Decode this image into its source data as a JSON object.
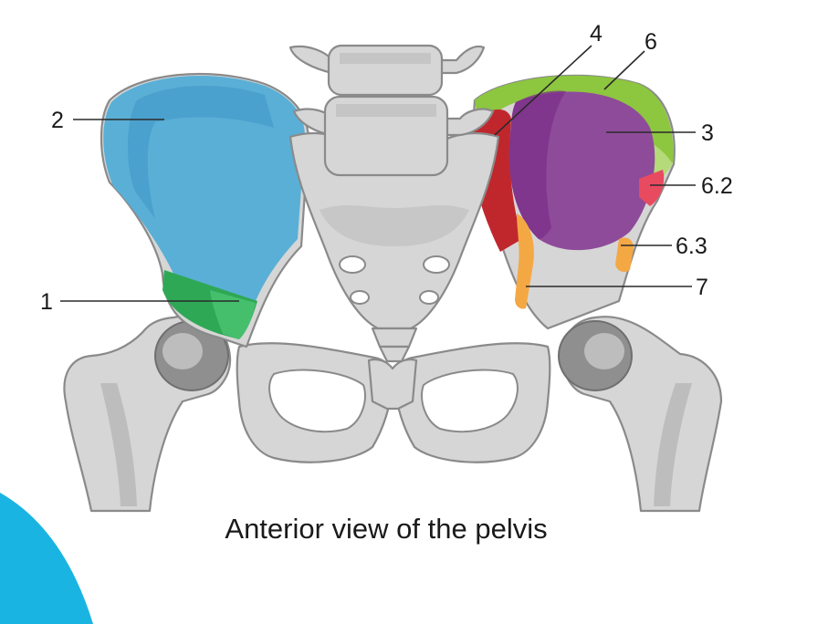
{
  "caption": "Anterior view of the pelvis",
  "callouts": [
    {
      "id": "1",
      "label": "1"
    },
    {
      "id": "2",
      "label": "2"
    },
    {
      "id": "3",
      "label": "3"
    },
    {
      "id": "4",
      "label": "4"
    },
    {
      "id": "6",
      "label": "6"
    },
    {
      "id": "6.2",
      "label": "6.2"
    },
    {
      "id": "6.3",
      "label": "6.3"
    },
    {
      "id": "7",
      "label": "7"
    }
  ],
  "colors": {
    "region_2": "#5aafd6",
    "region_2_shade": "#3f98c8",
    "region_1": "#2fa856",
    "region_1_light": "#46bf6d",
    "region_3": "#8e4b9a",
    "region_3_dark": "#7a2e86",
    "region_6": "#8dc63f",
    "region_6_light": "#b5da7a",
    "region_4": "#c0272d",
    "region_6_2": "#e84a5f",
    "region_6_3_7": "#f4a844",
    "bone": "#d6d6d6",
    "corner_accent": "#1ab4e2"
  }
}
